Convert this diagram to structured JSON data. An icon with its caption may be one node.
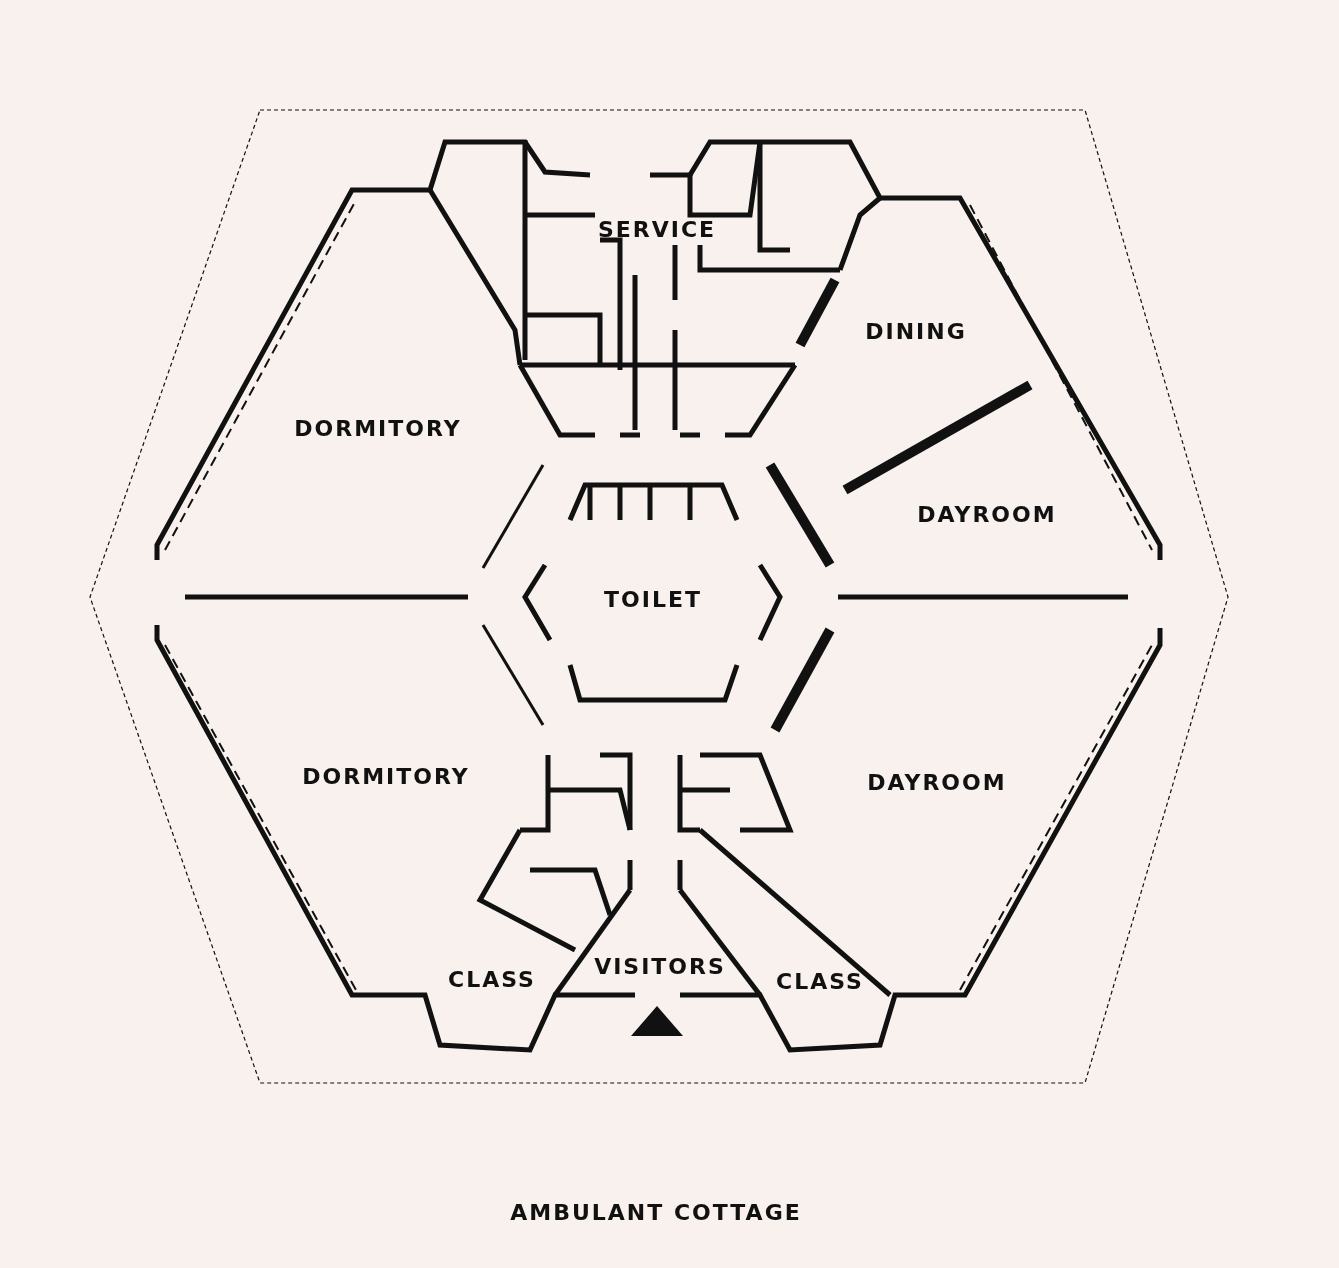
{
  "diagram": {
    "caption": "AMBULANT COTTAGE",
    "labels": [
      "SERVICE",
      "DINING",
      "DORMITORY",
      "DAYROOM",
      "TOILET",
      "DORMITORY",
      "DAYROOM",
      "VISITORS",
      "CLASS",
      "CLASS"
    ]
  }
}
